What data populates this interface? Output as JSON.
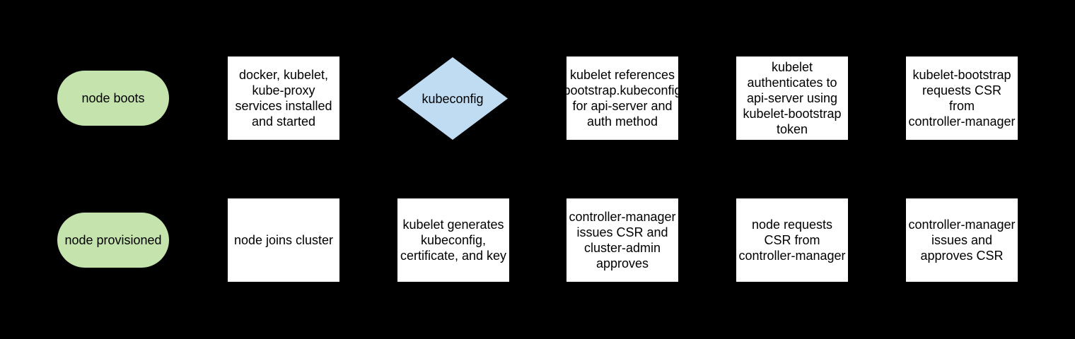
{
  "diagram": {
    "description": "flowchart",
    "colors": {
      "background": "#000000",
      "terminal_fill": "#c4e3ad",
      "process_fill": "#ffffff",
      "decision_fill": "#bfdcf2",
      "text": "#000000"
    }
  },
  "nodes": [
    {
      "id": "node-boots",
      "type": "terminal",
      "label": "node boots"
    },
    {
      "id": "services-installed",
      "type": "process",
      "label": "docker, kubelet,\nkube-proxy\nservices installed\nand started"
    },
    {
      "id": "kubeconfig-decision",
      "type": "decision",
      "label": "kubeconfig"
    },
    {
      "id": "kubelet-references-bootstrap-kubeconfig",
      "type": "process",
      "label": "kubelet references\nbootstrap.kubeconfig\nfor api-server and\nauth method"
    },
    {
      "id": "kubelet-authenticates",
      "type": "process",
      "label": "kubelet\nauthenticates to\napi-server using\nkubelet-bootstrap\ntoken"
    },
    {
      "id": "kubelet-bootstrap-requests-csr",
      "type": "process",
      "label": "kubelet-bootstrap\nrequests CSR\nfrom\ncontroller-manager"
    },
    {
      "id": "node-provisioned",
      "type": "terminal",
      "label": "node provisioned"
    },
    {
      "id": "node-joins-cluster",
      "type": "process",
      "label": "node joins cluster"
    },
    {
      "id": "kubelet-generates-kubeconfig",
      "type": "process",
      "label": "kubelet generates\nkubeconfig,\ncertificate, and key"
    },
    {
      "id": "controller-manager-issues-csr-cluster-admin-approves",
      "type": "process",
      "label": "controller-manager\nissues CSR and\ncluster-admin\napproves"
    },
    {
      "id": "node-requests-csr",
      "type": "process",
      "label": "node requests\nCSR from\ncontroller-manager"
    },
    {
      "id": "controller-manager-issues-and-approves-csr",
      "type": "process",
      "label": "controller-manager\nissues and\napproves CSR"
    }
  ]
}
